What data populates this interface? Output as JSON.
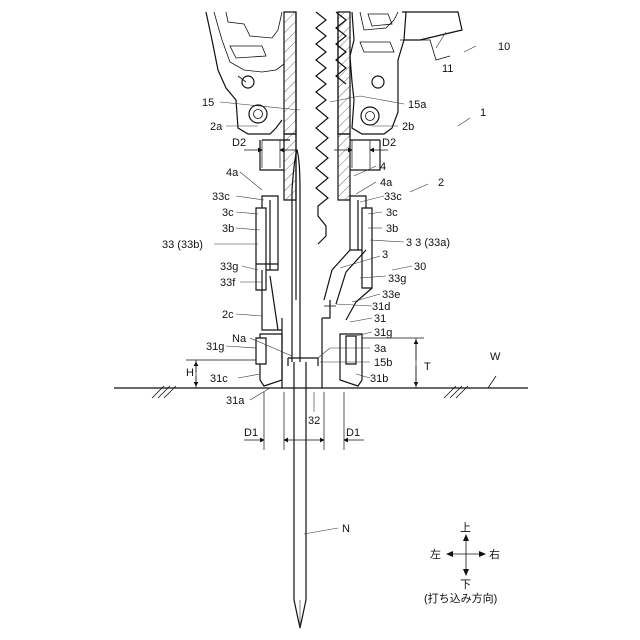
{
  "colors": {
    "line": "#111111",
    "background": "#ffffff"
  },
  "labels": {
    "l10": "10",
    "l11": "11",
    "l1": "1",
    "l2": "2",
    "l30": "30",
    "l15": "15",
    "l15a": "15a",
    "l2a": "2a",
    "l2b": "2b",
    "lD2_left": "D2",
    "lD2_right": "D2",
    "l4_right": "4",
    "l4a_left": "4a",
    "l4a_right": "4a",
    "l33c_left": "33c",
    "l33c_right": "33c",
    "l3c_left": "3c",
    "l3c_right": "3c",
    "l3b_left": "3b",
    "l3b_right": "3b",
    "l33_33b": "33 (33b)",
    "l33_33a": "3 3 (33a)",
    "l3": "3",
    "l33g_left": "33g",
    "l33g_right": "33g",
    "l33f": "33f",
    "l33e": "33e",
    "l31d": "31d",
    "l2c": "2c",
    "l31": "31",
    "l31g_left": "31g",
    "l31g_right": "31g",
    "lNa": "Na",
    "l3a": "3a",
    "l15b": "15b",
    "lH": "H",
    "lT": "T",
    "lW": "W",
    "l31c": "31c",
    "l31b": "31b",
    "l31a": "31a",
    "l32": "32",
    "lD1_left": "D1",
    "lD1_right": "D1",
    "lN": "N"
  },
  "direction_legend": {
    "up": "上",
    "down": "下",
    "left": "左",
    "right": "右",
    "caption": "(打ち込み方向)"
  }
}
